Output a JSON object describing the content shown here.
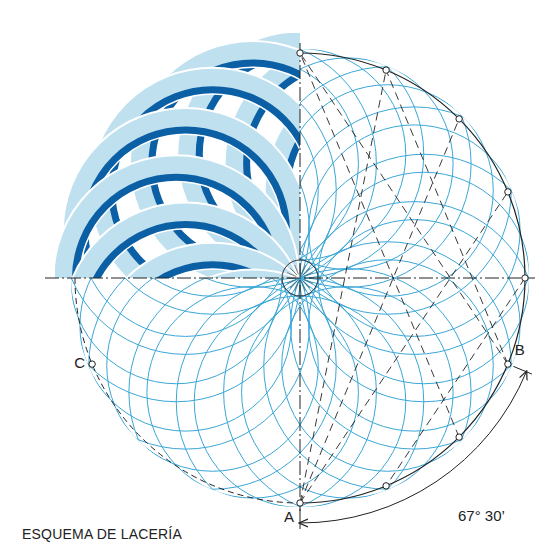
{
  "diagram": {
    "caption": "ESQUEMA DE LACERÍA",
    "labels": [
      "C",
      "B",
      "A",
      "67° 30’"
    ]
  }
}
